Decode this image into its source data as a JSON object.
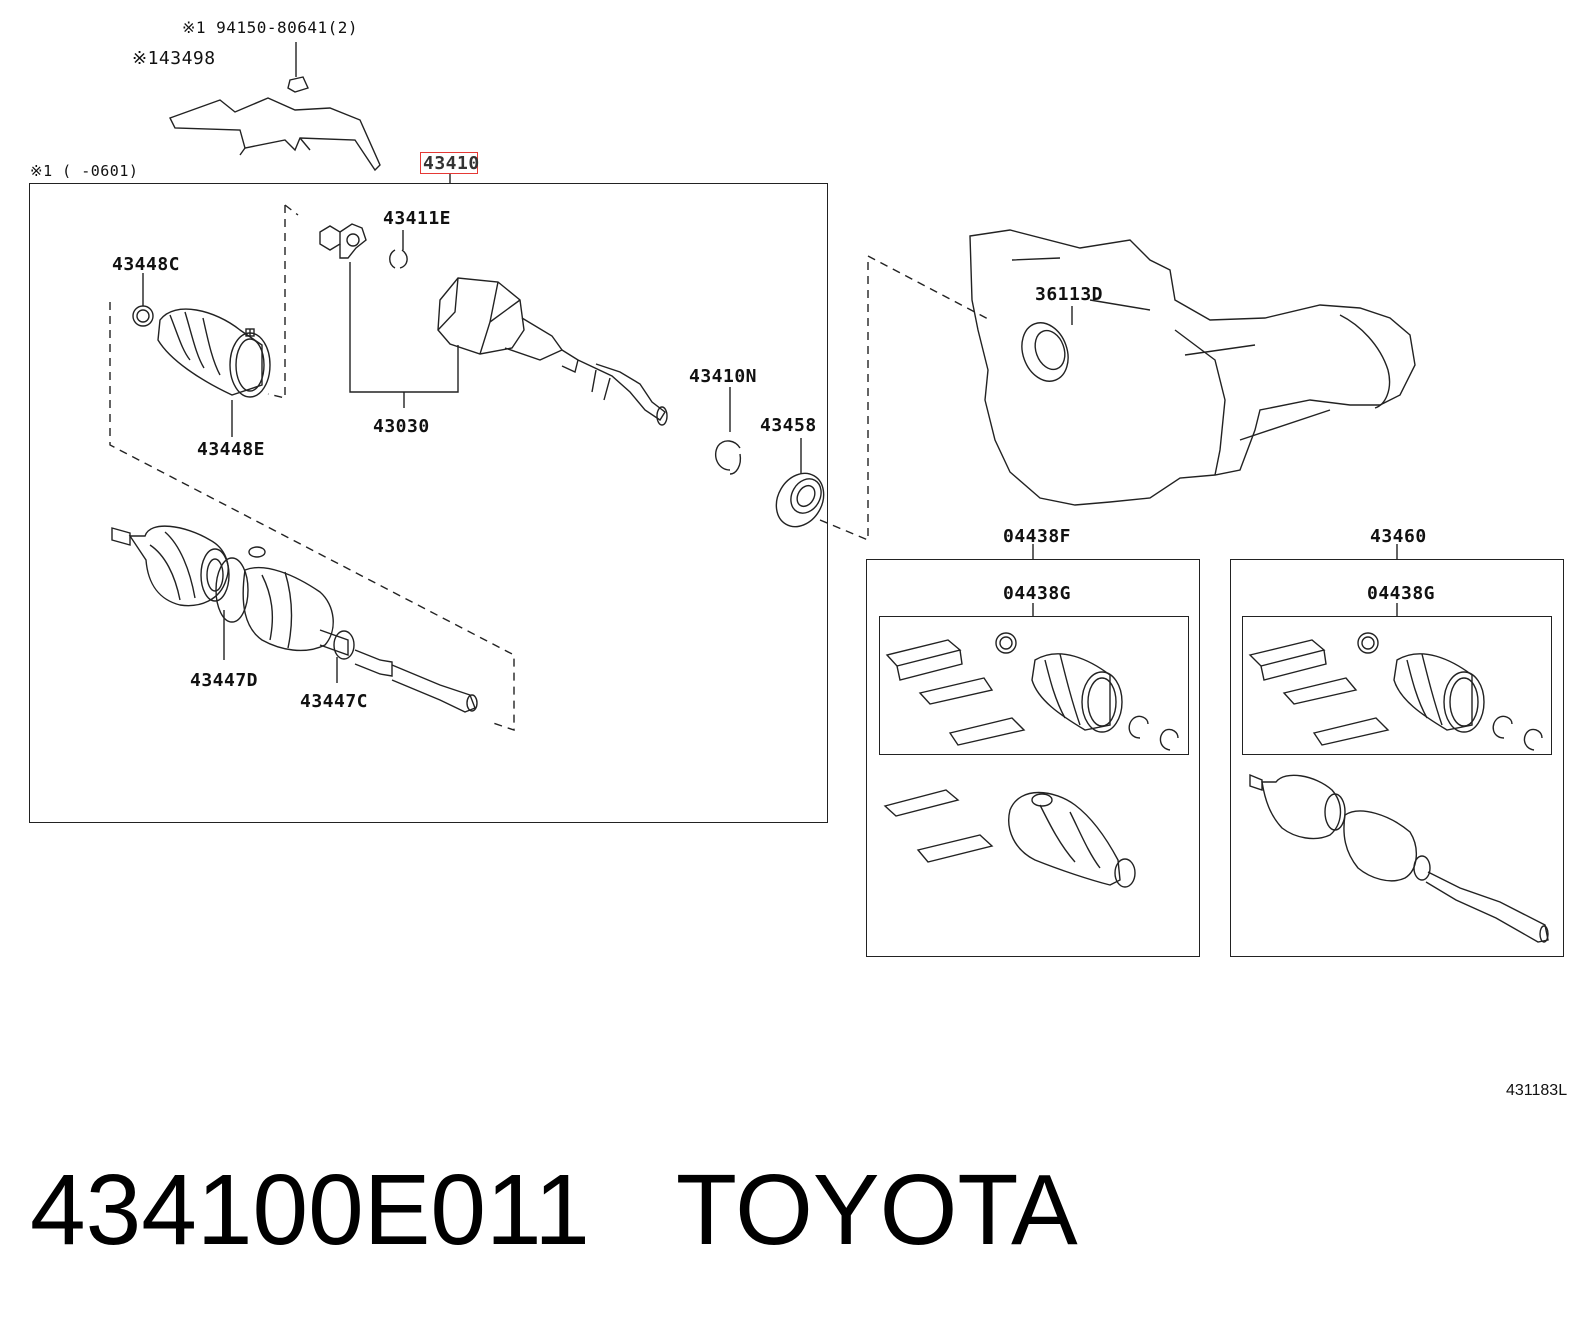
{
  "diagram": {
    "labels": {
      "note_bolt": "※1 94150-80641(2)",
      "note_cover": "※143498",
      "note_range": "※1 (     -0601)",
      "assy": "43410",
      "l_43411E": "43411E",
      "l_43448C": "43448C",
      "l_43448E": "43448E",
      "l_43030": "43030",
      "l_43410N": "43410N",
      "l_43458": "43458",
      "l_36113D": "36113D",
      "l_43447D": "43447D",
      "l_43447C": "43447C",
      "l_04438F": "04438F",
      "l_04438G_a": "04438G",
      "l_43460": "43460",
      "l_04438G_b": "04438G"
    },
    "ref_code": "431183L"
  },
  "caption": {
    "part_number": "434100E011",
    "brand": "TOYOTA"
  },
  "colors": {
    "line": "#222222",
    "highlight": "#e53935",
    "background": "#ffffff"
  }
}
